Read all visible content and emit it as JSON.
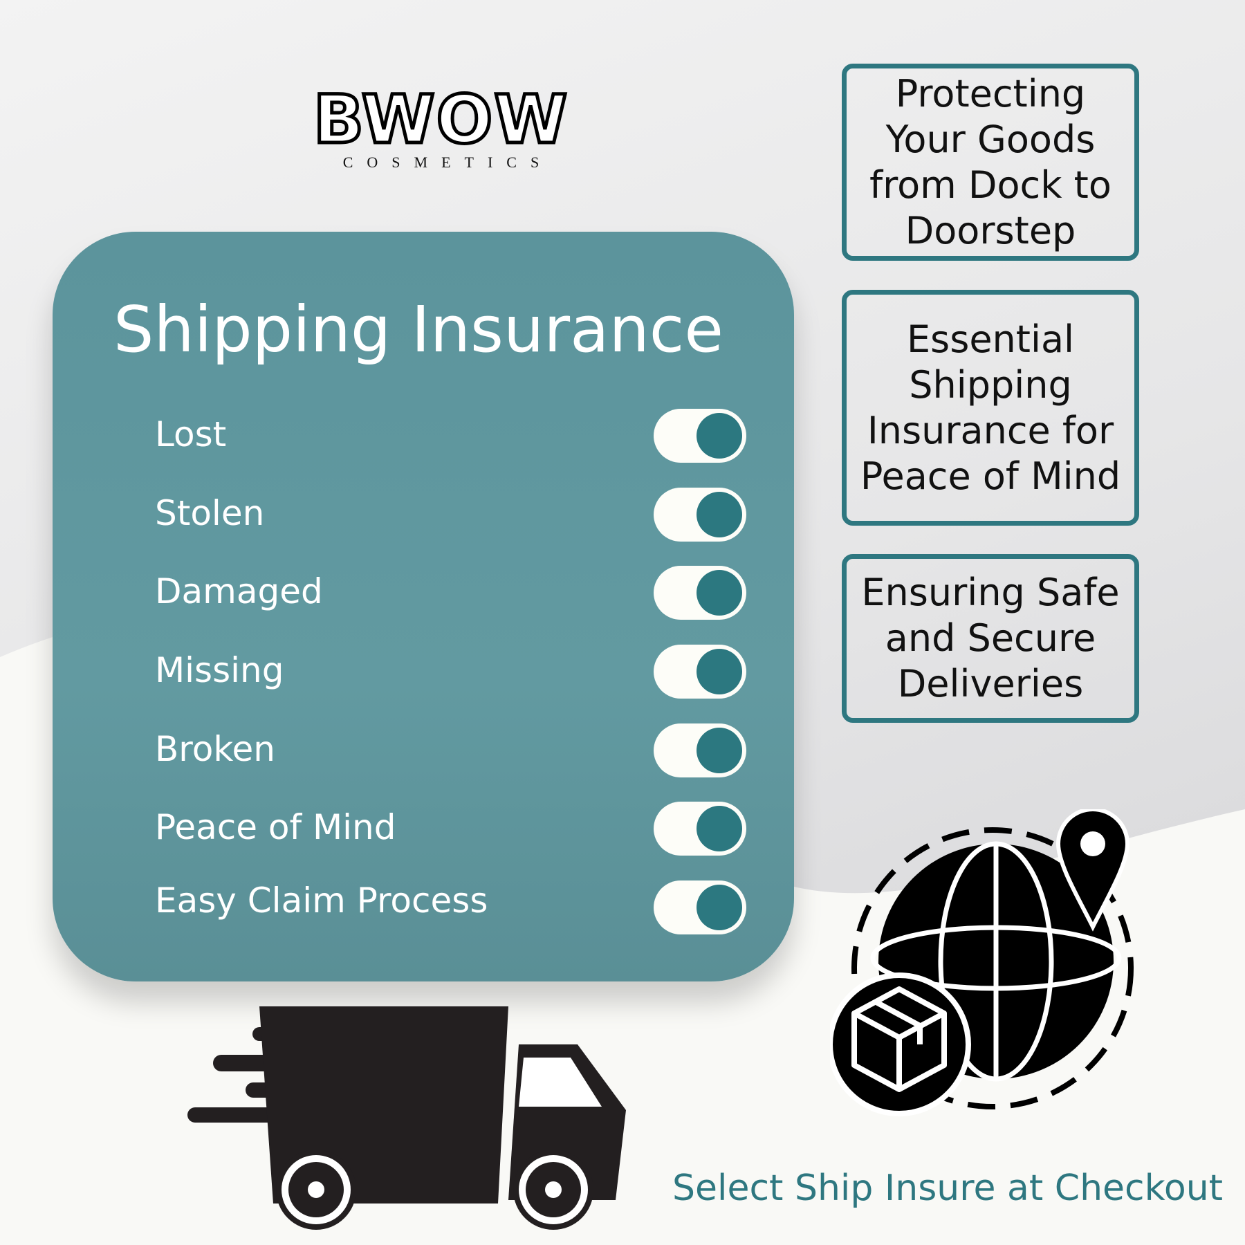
{
  "logo": {
    "brand": "BWOW",
    "subtitle": "COSMETICS"
  },
  "card": {
    "title": "Shipping Insurance",
    "items": [
      {
        "label": "Lost",
        "enabled": true
      },
      {
        "label": "Stolen",
        "enabled": true
      },
      {
        "label": "Damaged",
        "enabled": true
      },
      {
        "label": "Missing",
        "enabled": true
      },
      {
        "label": "Broken",
        "enabled": true
      },
      {
        "label": "Peace of Mind",
        "enabled": true
      },
      {
        "label": "Easy Claim Process",
        "enabled": true
      }
    ]
  },
  "features": [
    {
      "text": "Protecting Your Goods from Dock to Doorstep"
    },
    {
      "text": "Essential Shipping Insurance for Peace of Mind"
    },
    {
      "text": "Ensuring Safe and Secure Deliveries"
    }
  ],
  "cta": "Select Ship Insure at Checkout",
  "colors": {
    "accent": "#2e7780",
    "card": "#5f969d",
    "toggle_knob": "#2c7880"
  }
}
